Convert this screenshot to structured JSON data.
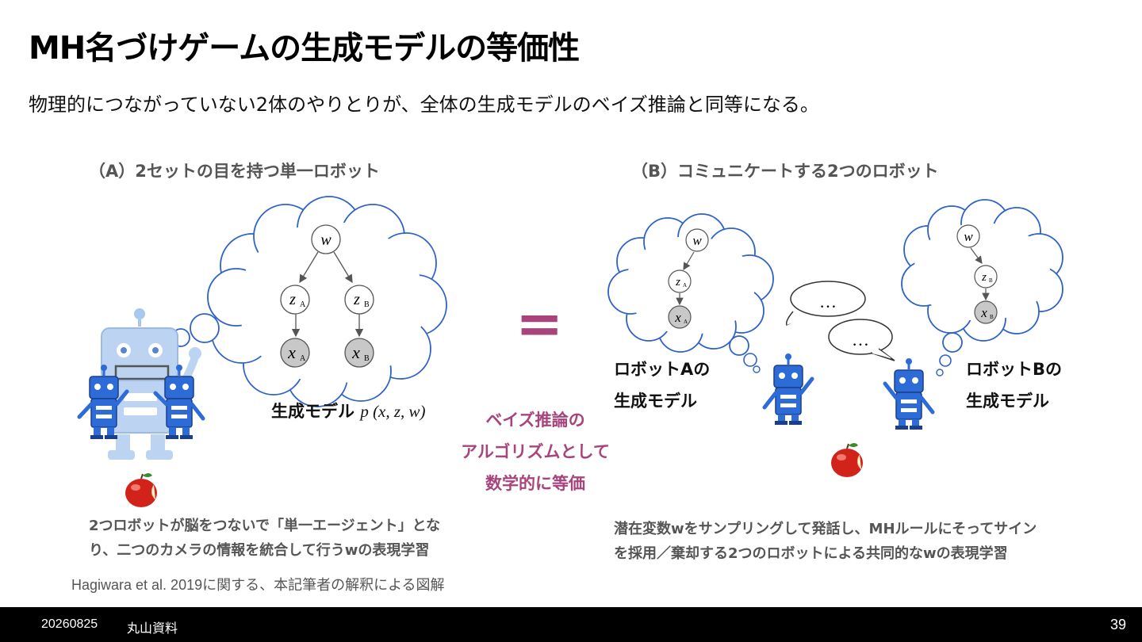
{
  "slide": {
    "title": "MH名づけゲームの生成モデルの等価性",
    "subtitle": "物理的につながっていない2体のやりとりが、全体の生成モデルのベイズ推論と同等になる。"
  },
  "panel_a": {
    "heading": "（A）2セットの目を持つ単一ロボット",
    "model_label": "生成モデル",
    "model_formula": "p (x, z, w)",
    "description_lines": [
      "2つロボットが脳をつないで「単一エージェント」とな",
      "り、二つのカメラの情報を統合して行うwの表現学習"
    ],
    "nodes": {
      "w": "w",
      "zA": "z",
      "zB": "z",
      "xA": "x",
      "xB": "x",
      "subA": "A",
      "subB": "B"
    }
  },
  "equals": {
    "symbol": "=",
    "lines": [
      "ベイズ推論の",
      "アルゴリズムとして",
      "数学的に等価"
    ],
    "color": "#a8447c"
  },
  "panel_b": {
    "heading": "（B）コミュニケートする2つのロボット",
    "robot_a_label": [
      "ロボットAの",
      "生成モデル"
    ],
    "robot_b_label": [
      "ロボットBの",
      "生成モデル"
    ],
    "speech": "…",
    "description_lines": [
      "潜在変数wをサンプリングして発話し、MHルールにそってサイン",
      "を採用／棄却する2つのロボットによる共同的なwの表現学習"
    ]
  },
  "citation": "Hagiwara et al. 2019に関する、本記筆者の解釈による図解",
  "footer": {
    "date": "20260825",
    "author": "丸山資料",
    "page": "39"
  },
  "colors": {
    "cloud": "#2e62c8",
    "robot": "#2d6bd6",
    "accent": "#a8447c",
    "node_fill": "#c8c8c8"
  }
}
